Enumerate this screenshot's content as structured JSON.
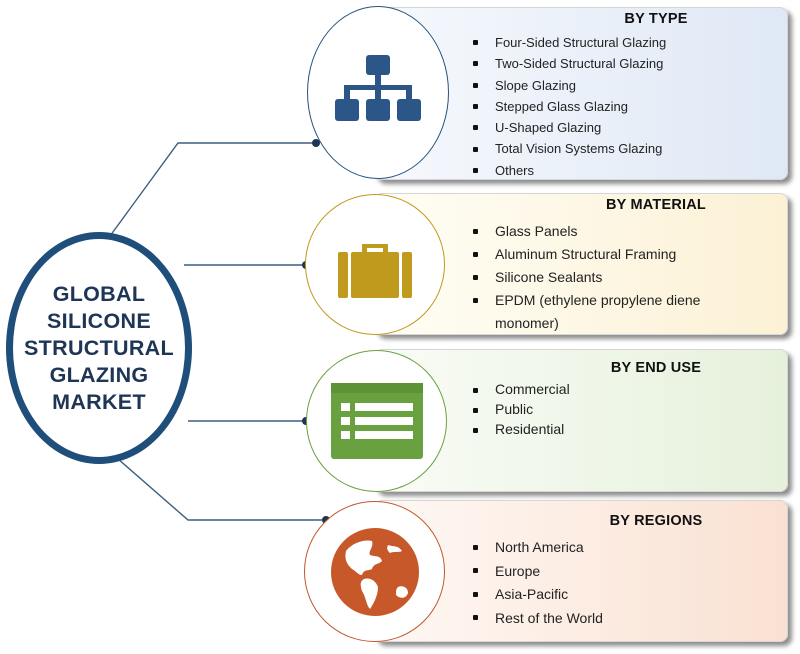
{
  "hub": {
    "title": "GLOBAL\nSILICONE\nSTRUCTURAL\nGLAZING\nMARKET"
  },
  "segments": [
    {
      "title": "BY TYPE",
      "icon": "hierarchy-icon",
      "color": "#27527e",
      "items": [
        "Four-Sided Structural Glazing",
        "Two-Sided Structural Glazing",
        "Slope Glazing",
        "Stepped Glass Glazing",
        "U-Shaped Glazing",
        "Total Vision Systems Glazing",
        "Others"
      ]
    },
    {
      "title": "BY MATERIAL",
      "icon": "briefcase-icon",
      "color": "#bf9a1c",
      "items": [
        "Glass Panels",
        "Aluminum Structural Framing",
        "Silicone Sealants",
        "EPDM (ethylene propylene diene monomer)"
      ]
    },
    {
      "title": "BY END USE",
      "icon": "list-window-icon",
      "color": "#6aa140",
      "items": [
        "Commercial",
        "Public",
        "Residential"
      ]
    },
    {
      "title": "BY REGIONS",
      "icon": "globe-icon",
      "color": "#c2582b",
      "items": [
        "North America",
        "Europe",
        "Asia-Pacific",
        "Rest of the World"
      ]
    }
  ],
  "colors": {
    "hub_border": "#1e4e79",
    "connector": "#3c5f80"
  }
}
